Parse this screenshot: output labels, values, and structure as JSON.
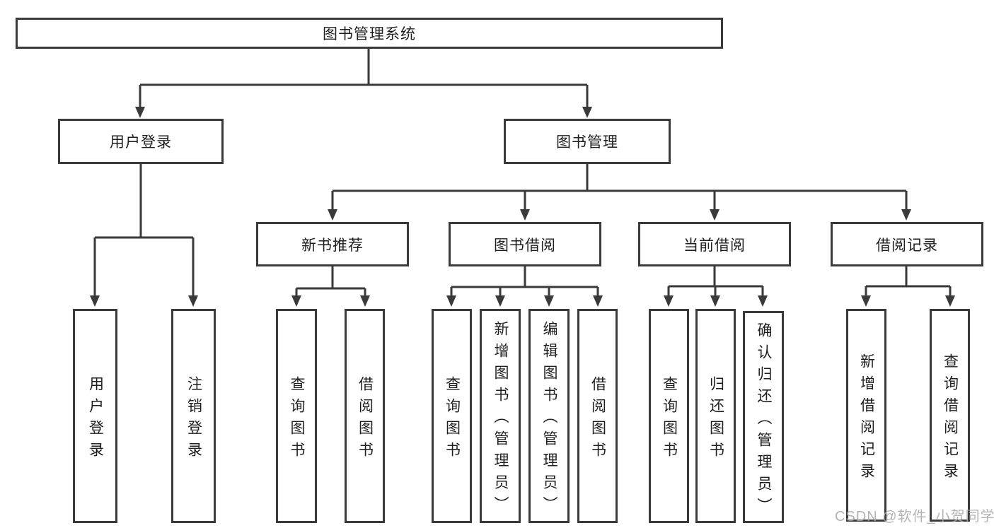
{
  "diagram": {
    "root": {
      "label": "图书管理系统"
    },
    "user_login": {
      "label": "用户登录",
      "children": [
        {
          "label": "用户登录"
        },
        {
          "label": "注销登录"
        }
      ]
    },
    "book_mgmt": {
      "label": "图书管理",
      "sections": [
        {
          "label": "新书推荐",
          "children": [
            {
              "label": "查询图书"
            },
            {
              "label": "借阅图书"
            }
          ]
        },
        {
          "label": "图书借阅",
          "children": [
            {
              "label": "查询图书"
            },
            {
              "label": "新增图书（管理员）"
            },
            {
              "label": "编辑图书（管理员）"
            },
            {
              "label": "借阅图书"
            }
          ]
        },
        {
          "label": "当前借阅",
          "children": [
            {
              "label": "查询图书"
            },
            {
              "label": "归还图书"
            },
            {
              "label": "确认归还（管理员）"
            }
          ]
        },
        {
          "label": "借阅记录",
          "children": [
            {
              "label": "新增借阅记录"
            },
            {
              "label": "查询借阅记录"
            }
          ]
        }
      ]
    },
    "colors": {
      "line": "#3a3a3a",
      "border": "#3a3a3a",
      "text": "#1e1e1e",
      "watermark": "#a8a8a8"
    }
  },
  "watermark": {
    "text": "CSDN @软件_小贺同学"
  }
}
